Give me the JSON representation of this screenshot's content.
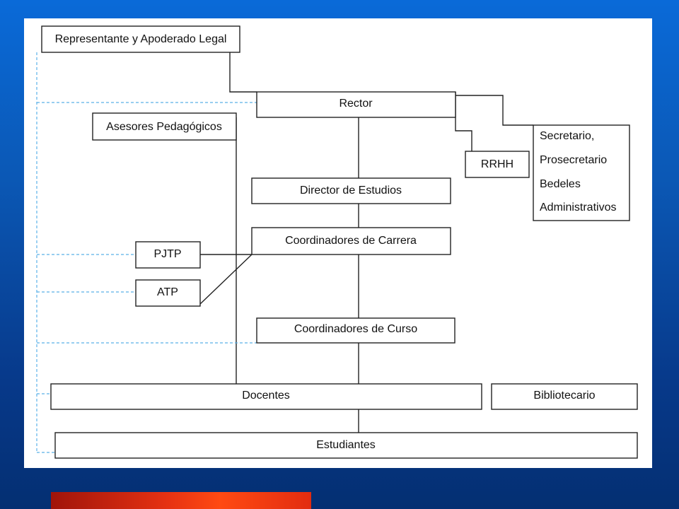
{
  "diagram": {
    "nodes": {
      "legal": "Representante y Apoderado Legal",
      "rector": "Rector",
      "asesores": "Asesores Pedagógicos",
      "rrhh": "RRHH",
      "secretaria": [
        "Secretario,",
        "Prosecretario",
        "Bedeles",
        "Administrativos"
      ],
      "director": "Director de Estudios",
      "coord_carrera": "Coordinadores de Carrera",
      "pjtp": "PJTP",
      "atp": "ATP",
      "coord_curso": "Coordinadores de Curso",
      "docentes": "Docentes",
      "bibliotecario": "Bibliotecario",
      "estudiantes": "Estudiantes"
    },
    "colors": {
      "line": "#222222",
      "dashed_line": "#5ab0e8",
      "box_fill": "#ffffff",
      "background_top": "#0a6ad8",
      "background_bottom": "#042f72",
      "accent_bar": "#ff4a12"
    }
  }
}
